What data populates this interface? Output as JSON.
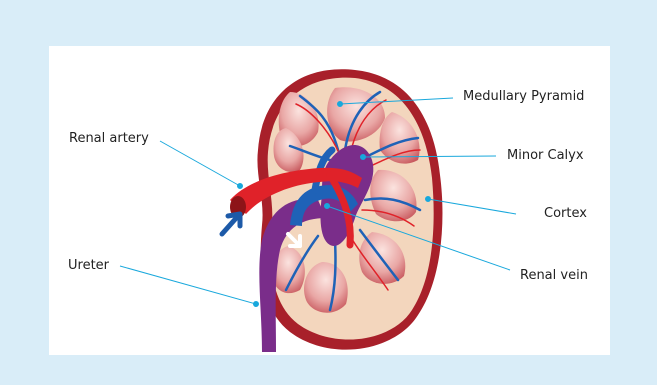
{
  "colors": {
    "background": "#d9edf8",
    "panel": "#ffffff",
    "leader_line": "#19a8dc",
    "capsule": "#a8202a",
    "cortex": "#f3d6bd",
    "pyramid": "#e3a2a0",
    "artery": "#e02229",
    "vein": "#1f62b7",
    "ureter": "#7a2d8a",
    "arrow_in": "#1d5aa8",
    "arrow_out": "#ffffff"
  },
  "labels": {
    "renal_artery": "Renal artery",
    "ureter": "Ureter",
    "medullary_pyramid": "Medullary Pyramid",
    "minor_calyx": "Minor Calyx",
    "cortex": "Cortex",
    "renal_vein": "Renal vein"
  }
}
